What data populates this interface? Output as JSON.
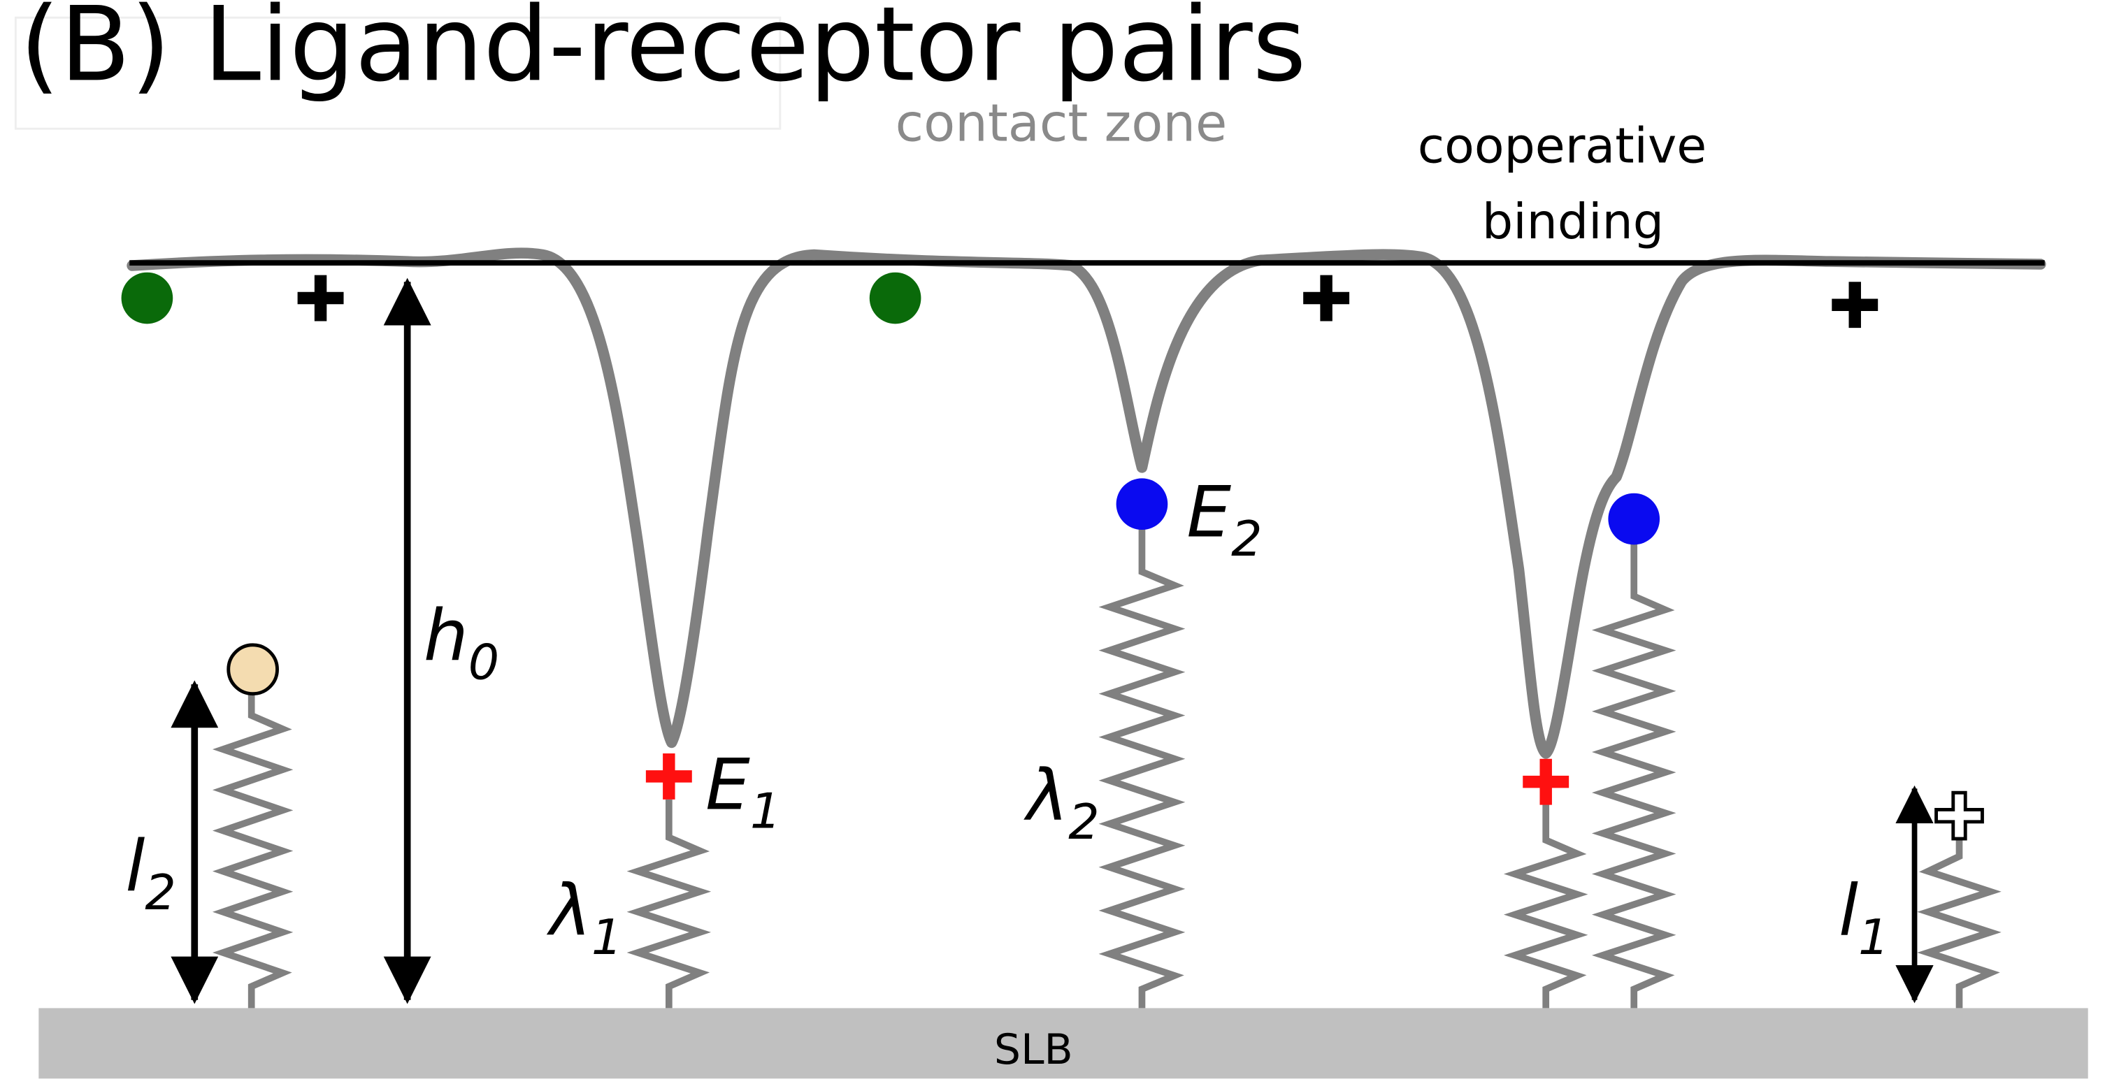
{
  "title": "(B) Ligand-receptor pairs",
  "labels": {
    "contact_zone": "contact zone",
    "cooperative_line1": "cooperative",
    "cooperative_line2": "binding",
    "substrate": "SLB"
  },
  "symbols": {
    "h0": {
      "base": "h",
      "sub": "0"
    },
    "l2": {
      "base": "l",
      "sub": "2"
    },
    "l1": {
      "base": "l",
      "sub": "1"
    },
    "lambda1": {
      "base": "λ",
      "sub": "1"
    },
    "lambda2": {
      "base": "λ",
      "sub": "2"
    },
    "E1": {
      "base": "E",
      "sub": "1"
    },
    "E2": {
      "base": "E",
      "sub": "2"
    }
  },
  "colors": {
    "membrane": "#808080",
    "spring": "#808080",
    "slb": "#c0c0c0",
    "green_ligand": "#0a6a0a",
    "blue_ligand": "#0a0af0",
    "red_cross": "#ff1010",
    "tan_ligand": "#f4dcb0",
    "black": "#000000"
  },
  "icons": {
    "green_dot": "filled-circle",
    "blue_dot": "filled-circle",
    "cross": "plus-sign",
    "open_cross": "outlined-plus-sign",
    "tan_dot": "outlined-circle"
  }
}
